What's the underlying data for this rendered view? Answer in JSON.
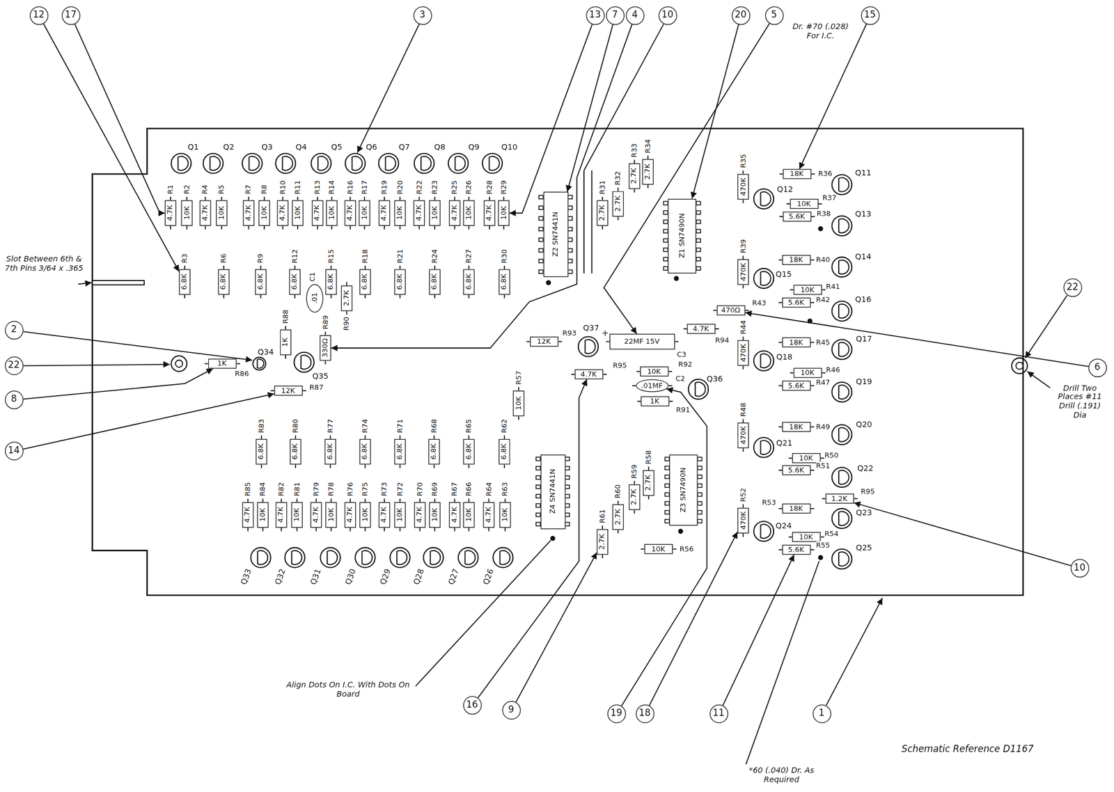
{
  "diagram": {
    "nodes": [
      {
        "text": [
          "12"
        ]
      },
      {
        "text": [
          "17"
        ]
      },
      {
        "text": [
          "3"
        ]
      },
      {
        "text": [
          "13"
        ]
      },
      {
        "text": [
          "7"
        ]
      },
      {
        "text": [
          "4"
        ]
      },
      {
        "text": [
          "10"
        ]
      },
      {
        "text": [
          "20"
        ]
      },
      {
        "text": [
          "5"
        ]
      },
      {
        "text": [
          "15"
        ]
      },
      {
        "text": [
          "2"
        ]
      },
      {
        "text": [
          "22"
        ]
      },
      {
        "text": [
          "8"
        ]
      },
      {
        "text": [
          "14"
        ]
      },
      {
        "text": [
          "22"
        ]
      },
      {
        "text": [
          "6"
        ]
      },
      {
        "text": [
          "10"
        ]
      },
      {
        "text": [
          "16"
        ]
      },
      {
        "text": [
          "9"
        ]
      },
      {
        "text": [
          "19"
        ]
      },
      {
        "text": [
          "18"
        ]
      },
      {
        "text": [
          "11"
        ]
      },
      {
        "text": [
          "1"
        ]
      },
      {
        "text": [
          "4.7K",
          "R1"
        ]
      },
      {
        "text": [
          "10K",
          "R2"
        ]
      },
      {
        "text": [
          "4.7K",
          "R4"
        ]
      },
      {
        "text": [
          "10K",
          "R5"
        ]
      },
      {
        "text": [
          "4.7K",
          "R7"
        ]
      },
      {
        "text": [
          "10K",
          "R8"
        ]
      },
      {
        "text": [
          "4.7K",
          "R10"
        ]
      },
      {
        "text": [
          "10K",
          "R11"
        ]
      },
      {
        "text": [
          "4.7K",
          "R13"
        ]
      },
      {
        "text": [
          "10K",
          "R14"
        ]
      },
      {
        "text": [
          "4.7K",
          "R16"
        ]
      },
      {
        "text": [
          "10K",
          "R17"
        ]
      },
      {
        "text": [
          "4.7K",
          "R19"
        ]
      },
      {
        "text": [
          "10K",
          "R20"
        ]
      },
      {
        "text": [
          "4.7K",
          "R22"
        ]
      },
      {
        "text": [
          "10K",
          "R23"
        ]
      },
      {
        "text": [
          "4.7K",
          "R25"
        ]
      },
      {
        "text": [
          "10K",
          "R26"
        ]
      },
      {
        "text": [
          "4.7K",
          "R28"
        ]
      },
      {
        "text": [
          "10K",
          "R29"
        ]
      },
      {
        "text": [
          "6.8K",
          "R3"
        ]
      },
      {
        "text": [
          "6.8K",
          "R6"
        ]
      },
      {
        "text": [
          "6.8K",
          "R9"
        ]
      },
      {
        "text": [
          "6.8K",
          "R12"
        ]
      },
      {
        "text": [
          "6.8K",
          "R15"
        ]
      },
      {
        "text": [
          "6.8K",
          "R18"
        ]
      },
      {
        "text": [
          "6.8K",
          "R21"
        ]
      },
      {
        "text": [
          "6.8K",
          "R24"
        ]
      },
      {
        "text": [
          "6.8K",
          "R27"
        ]
      },
      {
        "text": [
          "6.8K",
          "R30"
        ]
      },
      {
        "text": [
          "2.7K",
          "R90"
        ]
      },
      {
        "text": [
          ".01",
          "C1"
        ]
      },
      {
        "text": [
          "1K",
          "R88"
        ]
      },
      {
        "text": [
          "330Ω",
          "R89"
        ]
      },
      {
        "text": [
          "1K",
          "R86"
        ]
      },
      {
        "text": [
          "12K",
          "R87"
        ]
      },
      {
        "text": [
          "6.8K",
          "R83"
        ]
      },
      {
        "text": [
          "6.8K",
          "R80"
        ]
      },
      {
        "text": [
          "6.8K",
          "R77"
        ]
      },
      {
        "text": [
          "6.8K",
          "R74"
        ]
      },
      {
        "text": [
          "6.8K",
          "R71"
        ]
      },
      {
        "text": [
          "6.8K",
          "R68"
        ]
      },
      {
        "text": [
          "6.8K",
          "R65"
        ]
      },
      {
        "text": [
          "6.8K",
          "R62"
        ]
      },
      {
        "text": [
          "10K",
          "R57"
        ]
      },
      {
        "text": [
          "4.7K",
          "R85"
        ]
      },
      {
        "text": [
          "10K",
          "R84"
        ]
      },
      {
        "text": [
          "4.7K",
          "R82"
        ]
      },
      {
        "text": [
          "10K",
          "R81"
        ]
      },
      {
        "text": [
          "4.7K",
          "R79"
        ]
      },
      {
        "text": [
          "10K",
          "R78"
        ]
      },
      {
        "text": [
          "4.7K",
          "R76"
        ]
      },
      {
        "text": [
          "10K",
          "R75"
        ]
      },
      {
        "text": [
          "4.7K",
          "R73"
        ]
      },
      {
        "text": [
          "10K",
          "R72"
        ]
      },
      {
        "text": [
          "4.7K",
          "R70"
        ]
      },
      {
        "text": [
          "10K",
          "R69"
        ]
      },
      {
        "text": [
          "4.7K",
          "R67"
        ]
      },
      {
        "text": [
          "10K",
          "R66"
        ]
      },
      {
        "text": [
          "4.7K",
          "R64"
        ]
      },
      {
        "text": [
          "10K",
          "R63"
        ]
      },
      {
        "text": [
          "Z2 SN7441N"
        ]
      },
      {
        "text": [
          "Z1 SN7490N"
        ]
      },
      {
        "text": [
          "Z4 SN7441N"
        ]
      },
      {
        "text": [
          "Z3 SN7490N"
        ]
      },
      {
        "text": [
          "2.7K",
          "R31"
        ]
      },
      {
        "text": [
          "2.7K",
          "R32"
        ]
      },
      {
        "text": [
          "2.7K",
          "R33"
        ]
      },
      {
        "text": [
          "2.7K",
          "R34"
        ]
      },
      {
        "text": [
          "12K",
          "R93"
        ]
      },
      {
        "text": [
          "22MF 15V",
          "C3"
        ]
      },
      {
        "text": [
          "4.7K",
          "R94"
        ]
      },
      {
        "text": [
          "4.7K",
          "R95"
        ]
      },
      {
        "text": [
          "10K",
          "R92"
        ]
      },
      {
        "text": [
          ".01MF",
          "C2"
        ]
      },
      {
        "text": [
          "1K",
          "R91"
        ]
      },
      {
        "text": [
          "2.7K",
          "R61"
        ]
      },
      {
        "text": [
          "2.7K",
          "R60"
        ]
      },
      {
        "text": [
          "2.7K",
          "R59"
        ]
      },
      {
        "text": [
          "2.7K",
          "R58"
        ]
      },
      {
        "text": [
          "10K",
          "R56"
        ]
      },
      {
        "text": [
          "470K",
          "R35"
        ]
      },
      {
        "text": [
          "18K",
          "R36"
        ]
      },
      {
        "text": [
          "10K",
          "R37"
        ]
      },
      {
        "text": [
          "5.6K",
          "R38"
        ]
      },
      {
        "text": [
          "470K",
          "R39"
        ]
      },
      {
        "text": [
          "18K",
          "R40"
        ]
      },
      {
        "text": [
          "10K",
          "R41"
        ]
      },
      {
        "text": [
          "5.6K",
          "R42"
        ]
      },
      {
        "text": [
          "470Ω",
          "R43"
        ]
      },
      {
        "text": [
          "470K",
          "R44"
        ]
      },
      {
        "text": [
          "18K",
          "R45"
        ]
      },
      {
        "text": [
          "10K",
          "R46"
        ]
      },
      {
        "text": [
          "5.6K",
          "R47"
        ]
      },
      {
        "text": [
          "470K",
          "R48"
        ]
      },
      {
        "text": [
          "18K",
          "R49"
        ]
      },
      {
        "text": [
          "10K",
          "R50"
        ]
      },
      {
        "text": [
          "5.6K",
          "R51"
        ]
      },
      {
        "text": [
          "1.2K",
          "R95"
        ]
      },
      {
        "text": [
          "470K",
          "R52"
        ]
      },
      {
        "text": [
          "18K",
          "R53"
        ]
      },
      {
        "text": [
          "10K",
          "R54"
        ]
      },
      {
        "text": [
          "5.6K",
          "R55"
        ]
      }
    ],
    "edges": [
      {
        "from": 1,
        "to": 23,
        "arrow": "to"
      },
      {
        "from": 0,
        "to": 43,
        "arrow": "to"
      },
      {
        "from": 3,
        "to": 42,
        "arrow": "to"
      },
      {
        "from": 4,
        "to": 84,
        "arrow": "to"
      },
      {
        "from": 5,
        "to": 56,
        "arrow": "to"
      },
      {
        "from": 8,
        "to": 93,
        "arrow": "to"
      },
      {
        "from": 7,
        "to": 85,
        "arrow": "to"
      },
      {
        "from": 9,
        "to": 105,
        "arrow": "to"
      },
      {
        "from": 15,
        "to": 112,
        "arrow": "to"
      },
      {
        "from": 16,
        "to": 121,
        "arrow": "to"
      },
      {
        "from": 17,
        "to": 95,
        "arrow": "to"
      },
      {
        "from": 18,
        "to": 99,
        "arrow": "to"
      },
      {
        "from": 19,
        "to": 97,
        "arrow": "to"
      },
      {
        "from": 20,
        "to": 122,
        "arrow": "to"
      },
      {
        "from": 21,
        "to": 125,
        "arrow": "to"
      },
      {
        "from": 12,
        "to": 57,
        "arrow": "to"
      },
      {
        "from": 13,
        "to": 58,
        "arrow": "to"
      }
    ],
    "labels": [
      "Dr. #70 (.028) For I.C.",
      "Slot Between 6th & 7th Pins 3/64 x .365",
      "Drill Two Places #11 Drill (.191) Dia",
      "Align Dots On I.C. With Dots On Board",
      "Schematic Reference D1167",
      "*60 (.040) Dr. As Required",
      "+",
      "Q1",
      "Q2",
      "Q3",
      "Q4",
      "Q5",
      "Q6",
      "Q7",
      "Q8",
      "Q9",
      "Q10",
      "Q11",
      "Q12",
      "Q13",
      "Q14",
      "Q15",
      "Q16",
      "Q17",
      "Q18",
      "Q19",
      "Q20",
      "Q21",
      "Q22",
      "Q23",
      "Q24",
      "Q25",
      "Q26",
      "Q27",
      "Q28",
      "Q29",
      "Q30",
      "Q31",
      "Q32",
      "Q33",
      "Q34",
      "Q35",
      "Q36",
      "Q37"
    ]
  }
}
